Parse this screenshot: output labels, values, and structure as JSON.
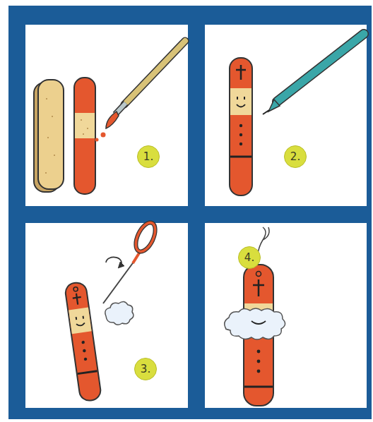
{
  "diagram": {
    "nodes": [
      {
        "text": [
          "1."
        ]
      },
      {
        "text": [
          "2."
        ]
      },
      {
        "text": [
          "3."
        ]
      },
      {
        "text": [
          "4."
        ]
      }
    ]
  }
}
